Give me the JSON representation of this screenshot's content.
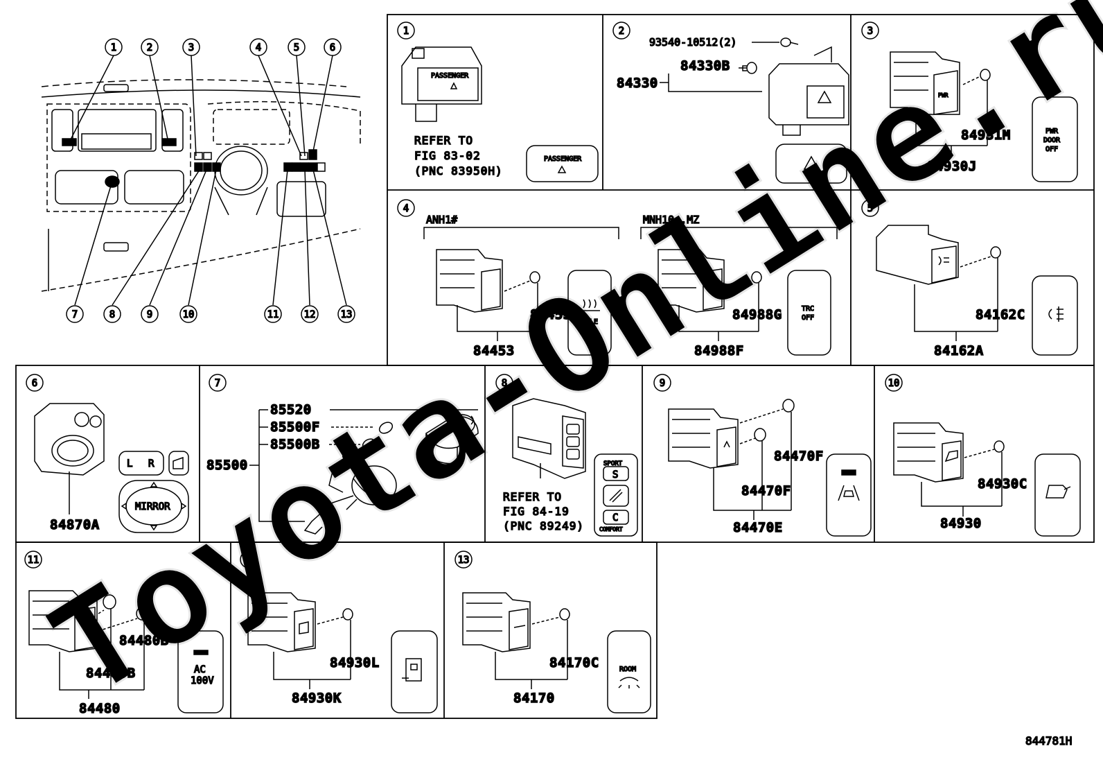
{
  "diagram_id": "844781H",
  "watermark": "Toyota-Online.ru",
  "callouts": [
    "1",
    "2",
    "3",
    "4",
    "5",
    "6",
    "7",
    "8",
    "9",
    "10",
    "11",
    "12",
    "13"
  ],
  "panels": {
    "p1": {
      "num": "1",
      "refer": [
        "REFER TO",
        "FIG 83-02",
        "(PNC 83950H)"
      ],
      "switch_label": "PASSENGER",
      "part_label": "PASSENGER"
    },
    "p2": {
      "num": "2",
      "screw": "93540-10512(2)",
      "assy": "84330",
      "bulb": "84330B"
    },
    "p3": {
      "num": "3",
      "bulb": "84931M",
      "assy": "84930J",
      "btn": [
        "PWR",
        "DOOR",
        "OFF"
      ]
    },
    "p4": {
      "num": "4",
      "grp_a": "ANH1#",
      "grp_b": "MNH10..MZ",
      "bulb_a": "84453A",
      "assy_a": "84453",
      "btn_a": [
        "IDLE",
        "UP"
      ],
      "bulb_b": "84988G",
      "assy_b": "84988F",
      "btn_b": [
        "TRC",
        "OFF"
      ]
    },
    "p5": {
      "num": "5",
      "bulb": "84162C",
      "assy": "84162A"
    },
    "p6": {
      "num": "6",
      "assy": "84870A",
      "mirror": "MIRROR",
      "left": "L",
      "right": "R"
    },
    "p7": {
      "num": "7",
      "p1": "85520",
      "p2": "85500F",
      "p3": "85500B",
      "assy": "85500"
    },
    "p8": {
      "num": "8",
      "refer": [
        "REFER TO",
        "FIG 84-19",
        "(PNC 89249)"
      ],
      "sport": "SPORT",
      "s": "S",
      "c": "C",
      "comfort": "COMFORT"
    },
    "p9": {
      "num": "9",
      "bulb1": "84470F",
      "bulb2": "84470F",
      "assy": "84470E"
    },
    "p10": {
      "num": "10",
      "bulb": "84930C",
      "assy": "84930"
    },
    "p11": {
      "num": "11",
      "bulb1": "84480B",
      "bulb2": "84480B",
      "assy": "84480",
      "btn": [
        "AC",
        "100V"
      ]
    },
    "p12": {
      "num": "12",
      "bulb": "84930L",
      "assy": "84930K"
    },
    "p13": {
      "num": "13",
      "bulb": "84170C",
      "assy": "84170",
      "btn": "ROOM"
    }
  }
}
